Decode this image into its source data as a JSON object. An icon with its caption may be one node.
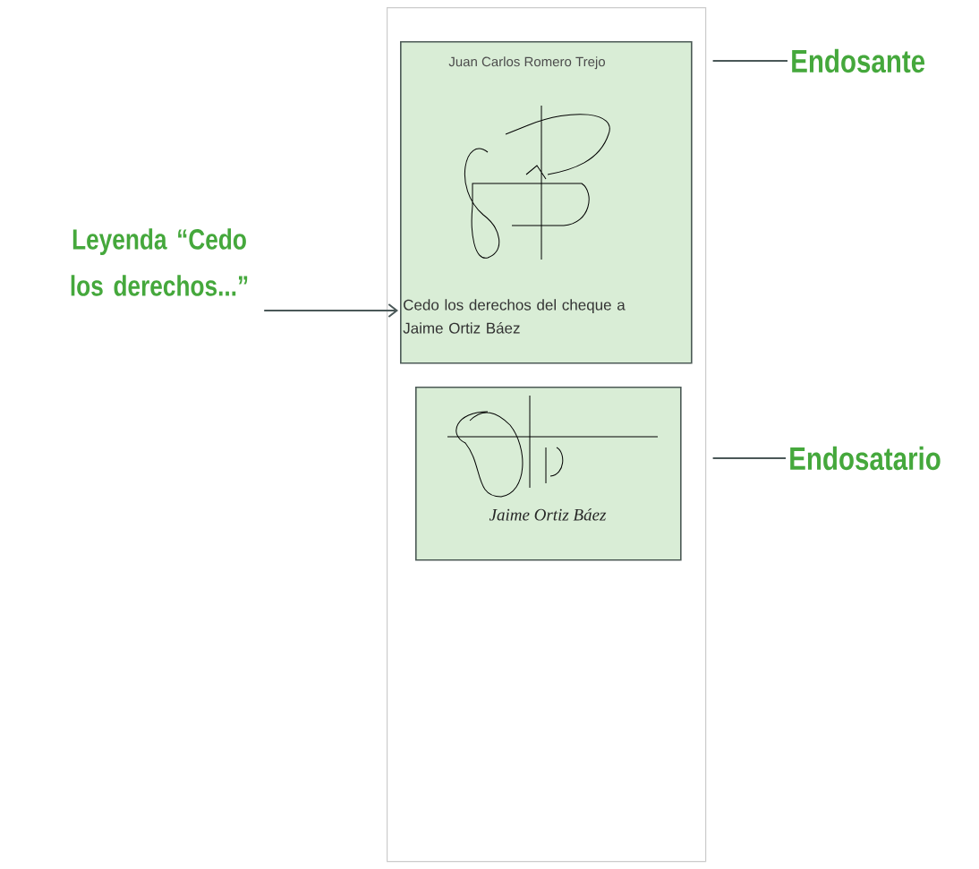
{
  "diagram": {
    "nodes": [
      {
        "text": [],
        "shape": "box"
      },
      {
        "text": [
          "Juan Carlos Romero Trejo",
          "Cedo los derechos del cheque a Jaime Ortiz Báez"
        ],
        "in": 0
      },
      {
        "text": [
          "Jaime Ortiz Báez"
        ],
        "in": 0
      },
      {
        "text": [
          "Endosante"
        ]
      },
      {
        "text": [
          "Endosatario"
        ]
      },
      {
        "text": [
          "Leyenda “Cedo los derechos...”"
        ]
      }
    ],
    "edges": [
      {
        "from": 3,
        "to": 1,
        "arrow": "none"
      },
      {
        "from": 4,
        "to": 2,
        "arrow": "none"
      },
      {
        "from": 5,
        "to": 1,
        "arrow": "to"
      }
    ]
  }
}
